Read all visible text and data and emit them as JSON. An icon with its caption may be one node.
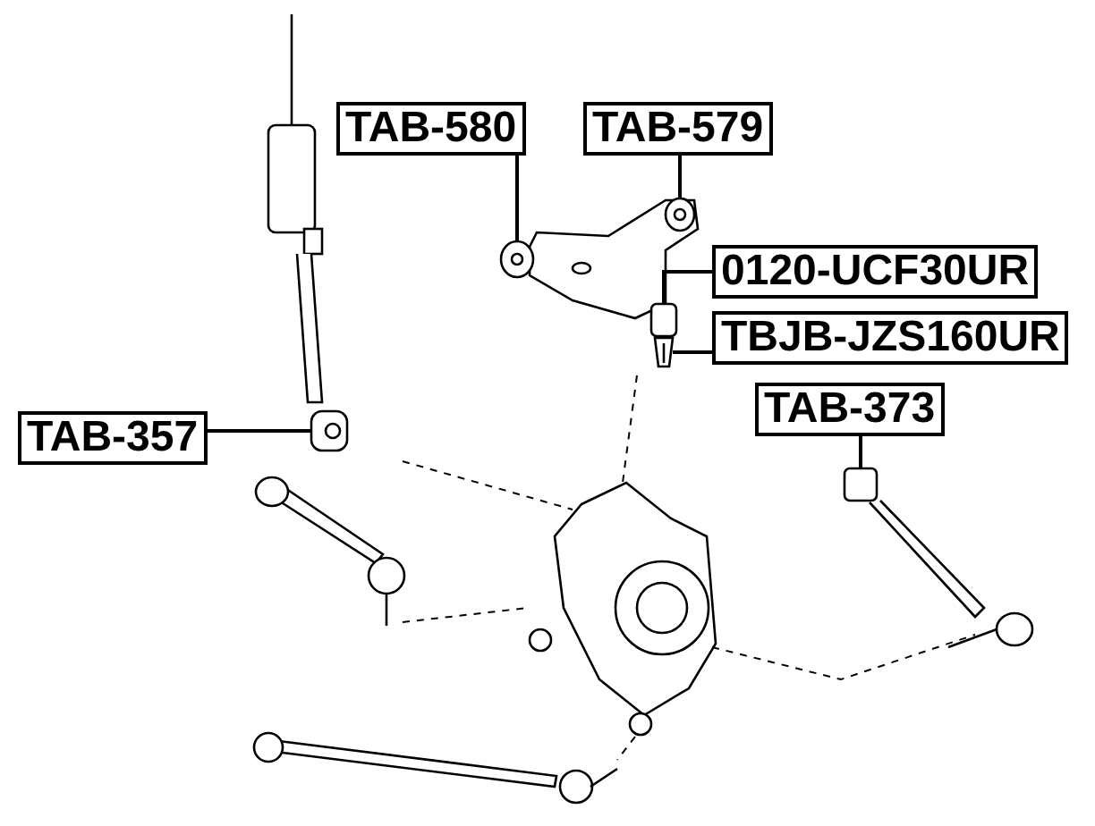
{
  "diagram": {
    "nodes": [
      {
        "text": [
          "TAB-580"
        ]
      },
      {
        "text": [
          "TAB-579"
        ]
      },
      {
        "text": [
          "0120-UCF30UR"
        ]
      },
      {
        "text": [
          "TBJB-JZS160UR"
        ]
      },
      {
        "text": [
          "TAB-357"
        ]
      },
      {
        "text": [
          "TAB-373"
        ]
      },
      {
        "text": [],
        "shape": "picture"
      },
      {
        "text": [],
        "shape": "picture"
      },
      {
        "text": [],
        "shape": "box"
      },
      {
        "text": [],
        "shape": "picture"
      },
      {
        "text": [],
        "shape": "picture"
      },
      {
        "text": [],
        "shape": "box"
      }
    ],
    "edges": [
      {
        "from": 0,
        "to": 6,
        "arrow": "none"
      },
      {
        "from": 1,
        "to": 7,
        "arrow": "none"
      },
      {
        "from": 2,
        "to": 8,
        "arrow": "none"
      },
      {
        "from": 3,
        "to": 9,
        "arrow": "none"
      },
      {
        "from": 4,
        "to": 10,
        "arrow": "none"
      },
      {
        "from": 5,
        "to": 11,
        "arrow": "none"
      }
    ]
  }
}
